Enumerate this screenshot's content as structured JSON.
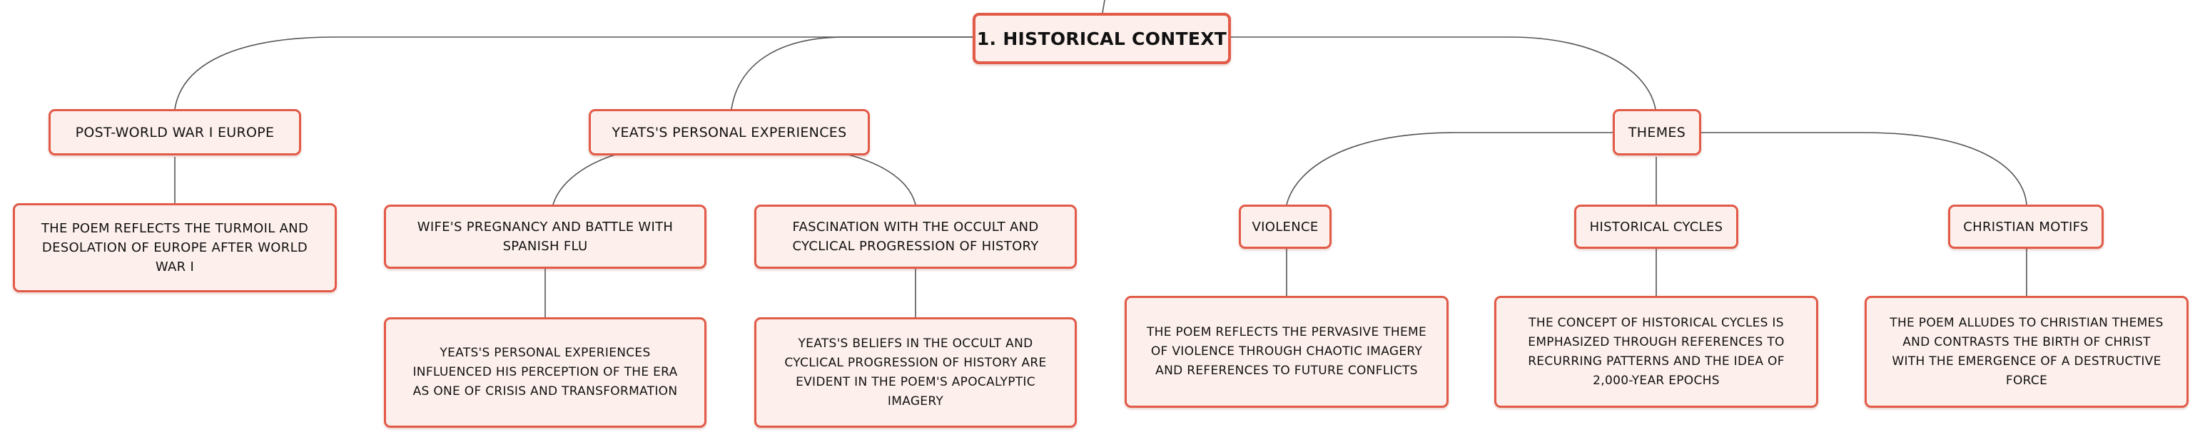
{
  "root": "1. HISTORICAL CONTEXT",
  "branches": {
    "europe": "POST-WORLD WAR I EUROPE",
    "yeats": "YEATS'S PERSONAL EXPERIENCES",
    "themes": "THEMES"
  },
  "subtopics": {
    "europe_desc": "THE POEM REFLECTS THE TURMOIL AND DESOLATION OF EUROPE AFTER WORLD WAR I",
    "wife": "WIFE'S PREGNANCY AND BATTLE WITH SPANISH FLU",
    "occult": "FASCINATION WITH THE OCCULT AND CYCLICAL PROGRESSION OF HISTORY",
    "violence": "VIOLENCE",
    "cycles": "HISTORICAL CYCLES",
    "christian": "CHRISTIAN MOTIFS"
  },
  "details": {
    "wife_desc": "YEATS'S PERSONAL EXPERIENCES INFLUENCED HIS PERCEPTION OF THE ERA AS ONE OF CRISIS AND TRANSFORMATION",
    "occult_desc": "YEATS'S BELIEFS IN THE OCCULT AND CYCLICAL PROGRESSION OF HISTORY ARE EVIDENT IN THE POEM'S APOCALYPTIC IMAGERY",
    "violence_desc": "THE POEM REFLECTS THE PERVASIVE THEME OF VIOLENCE THROUGH CHAOTIC IMAGERY AND REFERENCES TO FUTURE CONFLICTS",
    "cycles_desc": "THE CONCEPT OF HISTORICAL CYCLES IS EMPHASIZED THROUGH REFERENCES TO RECURRING PATTERNS AND THE IDEA OF 2,000-YEAR EPOCHS",
    "christian_desc": "THE POEM ALLUDES TO CHRISTIAN THEMES AND CONTRASTS THE BIRTH OF CHRIST WITH THE EMERGENCE OF A DESTRUCTIVE FORCE"
  },
  "colors": {
    "border": "#e25a48",
    "fill": "#fdf0ec",
    "connector": "#555555"
  }
}
